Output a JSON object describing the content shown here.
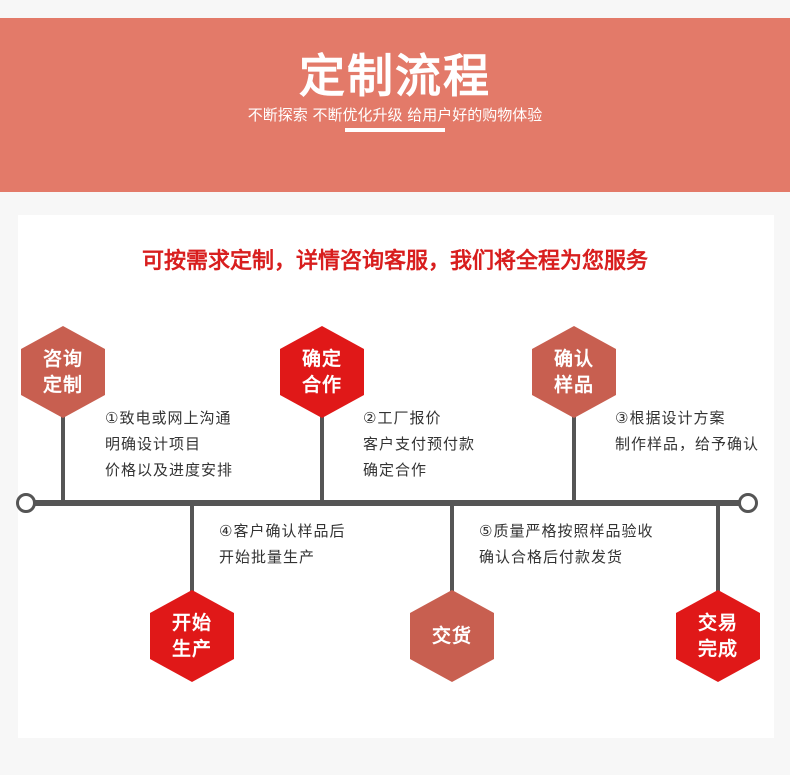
{
  "header": {
    "title": "定制流程",
    "subtitle": "不断探索 不断优化升级 给用户好的购物体验"
  },
  "headline": "可按需求定制，详情咨询客服，我们将全程为您服务",
  "steps": [
    {
      "label": "咨询\n定制",
      "description": "①致电或网上沟通\n明确设计项目\n价格以及进度安排"
    },
    {
      "label": "确定\n合作",
      "description": "②工厂报价\n客户支付预付款\n确定合作"
    },
    {
      "label": "确认\n样品",
      "description": "③根据设计方案\n制作样品，给予确认"
    },
    {
      "label": "开始\n生产",
      "description": "④客户确认样品后\n开始批量生产"
    },
    {
      "label": "交货",
      "description": "⑤质量严格按照样品验收\n确认合格后付款发货"
    },
    {
      "label": "交易\n完成"
    }
  ],
  "colors": {
    "banner": "#e37a69",
    "headline": "#d81e1e",
    "hex_muted": "#c85f50",
    "hex_bright": "#e01818",
    "timeline": "#555555"
  }
}
